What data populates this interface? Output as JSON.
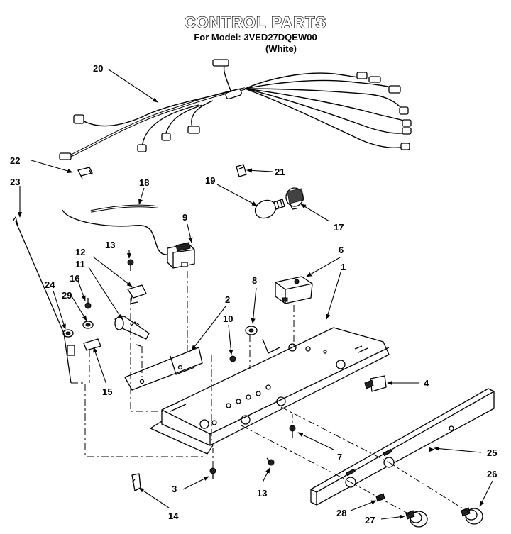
{
  "header": {
    "title": "CONTROL PARTS",
    "model_line": "For Model: 3VED27DQEW00",
    "color_line": "(White)"
  },
  "callouts": {
    "c1": "1",
    "c2": "2",
    "c3": "3",
    "c4": "4",
    "c6": "6",
    "c7": "7",
    "c8": "8",
    "c9": "9",
    "c10": "10",
    "c11": "11",
    "c12": "12",
    "c13a": "13",
    "c13b": "13",
    "c14": "14",
    "c15": "15",
    "c16": "16",
    "c17": "17",
    "c18": "18",
    "c19": "19",
    "c20": "20",
    "c21": "21",
    "c22": "22",
    "c23": "23",
    "c24": "24",
    "c25": "25",
    "c26": "26",
    "c27": "27",
    "c28": "28",
    "c29": "29"
  },
  "colors": {
    "ink": "#000000",
    "paper": "#ffffff"
  }
}
